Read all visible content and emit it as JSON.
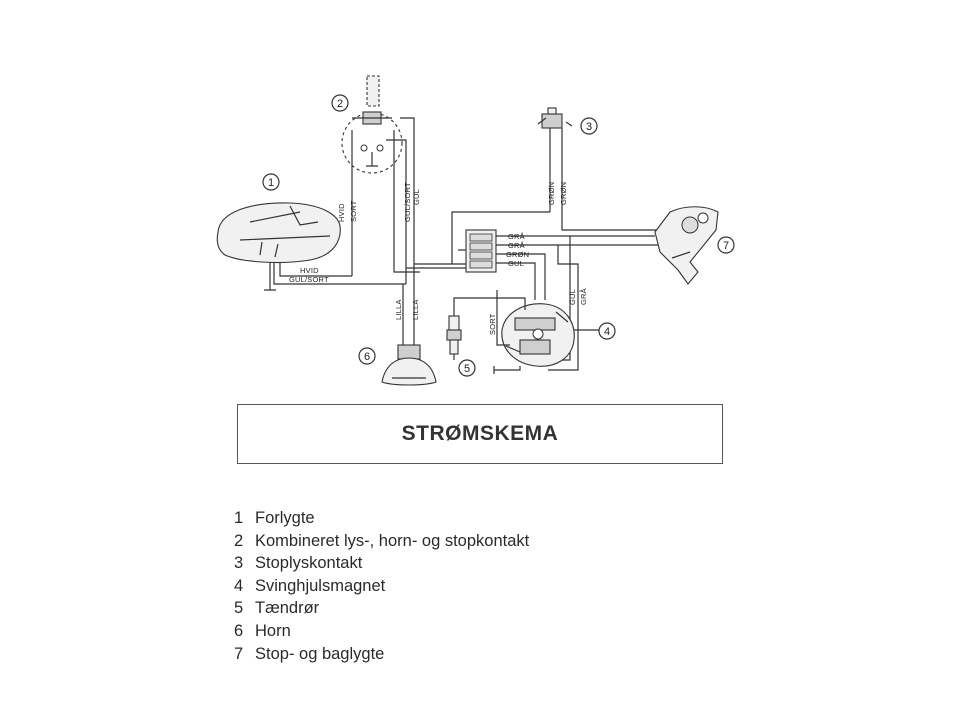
{
  "diagram": {
    "component_numbers": [
      "1",
      "2",
      "3",
      "4",
      "5",
      "6",
      "7"
    ],
    "wire_labels": {
      "hvid": "HVID",
      "sort": "SORT",
      "gul_sort": "GUL/SORT",
      "gul": "GUL",
      "gron": "GRØN",
      "gra": "GRÅ",
      "lilla": "LILLA"
    }
  },
  "title": "STRØMSKEMA",
  "legend": [
    {
      "number": "1",
      "label": "Forlygte"
    },
    {
      "number": "2",
      "label": "Kombineret lys-, horn- og stopkontakt"
    },
    {
      "number": "3",
      "label": "Stoplyskontakt"
    },
    {
      "number": "4",
      "label": "Svinghjulsmagnet"
    },
    {
      "number": "5",
      "label": "Tændrør"
    },
    {
      "number": "6",
      "label": "Horn"
    },
    {
      "number": "7",
      "label": "Stop- og baglygte"
    }
  ]
}
